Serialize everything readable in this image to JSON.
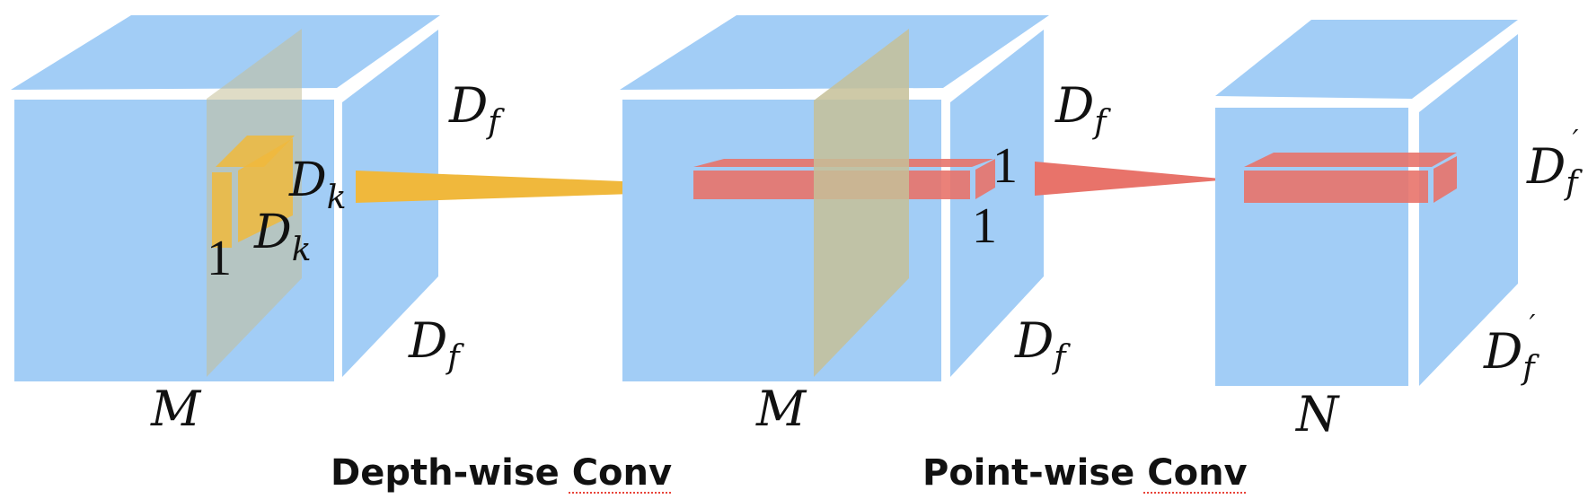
{
  "colors": {
    "cube": "#a2cdf6",
    "yellow": "#f0b83c",
    "red": "#e8736a",
    "slab": "#c5bf98"
  },
  "cube1": {
    "width_label": "M",
    "depth_label_base": "D",
    "depth_label_sub": "f"
  },
  "kernel": {
    "height_label_base": "D",
    "height_label_sub": "k",
    "width_label_base": "D",
    "width_label_sub": "k",
    "depth_label": "1"
  },
  "cube2": {
    "width_label": "M",
    "depth_label_base": "D",
    "depth_label_sub": "f"
  },
  "pointwise_kernel": {
    "height_label": "1",
    "depth_label": "1"
  },
  "cube3": {
    "width_label": "N",
    "depth_label_base": "D",
    "depth_label_sub": "f",
    "depth_label_prime": "′"
  },
  "captions": {
    "depthwise": "Depth-wise Conv",
    "pointwise": "Point-wise Conv"
  }
}
